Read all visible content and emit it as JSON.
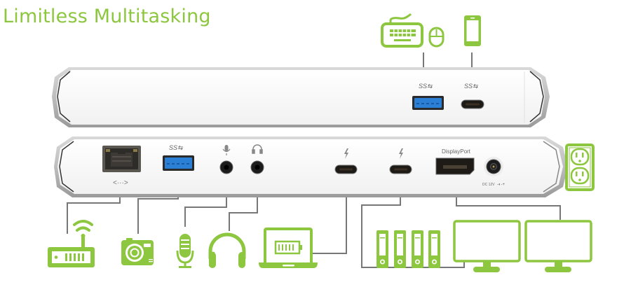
{
  "title": "Limitless Multitasking",
  "colors": {
    "accent_green": "#8dc63f",
    "connector_line": "#777777",
    "chassis_edge": "#a9a9a9",
    "chassis_face": "#f7f7f7",
    "usb_blue": "#2b7fd4",
    "port_dark": "#1e1a16"
  },
  "front_panel": {
    "ports": [
      {
        "name": "usb-a-3",
        "badge": "SS⇆",
        "device_icons": [
          "keyboard-icon",
          "mouse-icon"
        ]
      },
      {
        "name": "usb-c-3",
        "badge": "SS⇆",
        "device_icons": [
          "smartphone-icon"
        ]
      }
    ]
  },
  "rear_panel": {
    "ports": [
      {
        "name": "ethernet",
        "label": "<···>",
        "device_icon": "router-icon"
      },
      {
        "name": "usb-a-3",
        "badge": "SS⇆",
        "device_icon": "camera-icon"
      },
      {
        "name": "mic-jack",
        "glyph": "mic",
        "device_icon": "microphone-icon"
      },
      {
        "name": "headphone-jack",
        "glyph": "headphones",
        "device_icon": "headphones-icon"
      },
      {
        "name": "thunderbolt-1",
        "glyph": "⚡",
        "device_icon": "laptop-icon"
      },
      {
        "name": "thunderbolt-2",
        "glyph": "⚡",
        "device_icon": "storage-drives-icon"
      },
      {
        "name": "displayport",
        "label": "DisplayPort",
        "device_icon": "monitors-icon"
      },
      {
        "name": "dc-in",
        "label": "DC 12V",
        "device_icon": "power-outlet-icon"
      }
    ]
  }
}
